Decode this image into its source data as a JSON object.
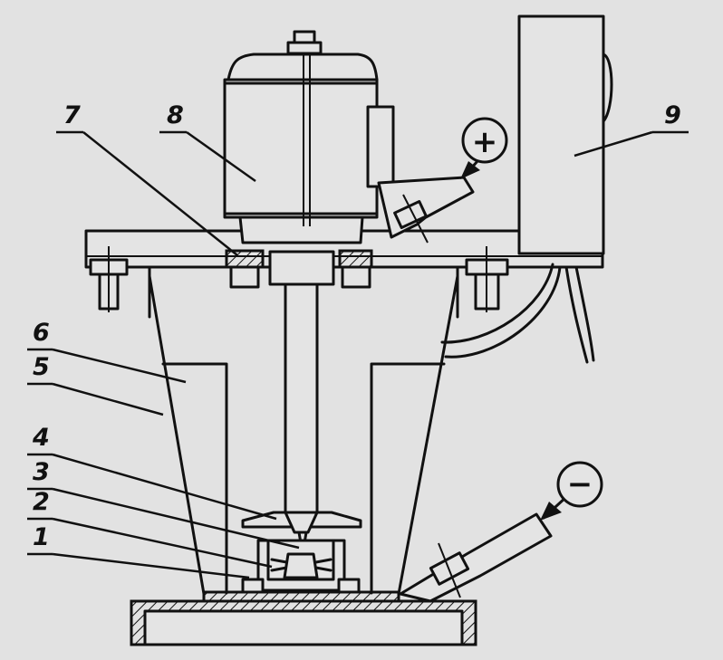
{
  "labels": {
    "l1": "1",
    "l2": "2",
    "l3": "3",
    "l4": "4",
    "l5": "5",
    "l6": "6",
    "l7": "7",
    "l8": "8",
    "l9": "9"
  },
  "terminals": {
    "positive": "+",
    "negative": "−"
  },
  "colors": {
    "background": "#e2e2e2",
    "ink": "#111111"
  }
}
